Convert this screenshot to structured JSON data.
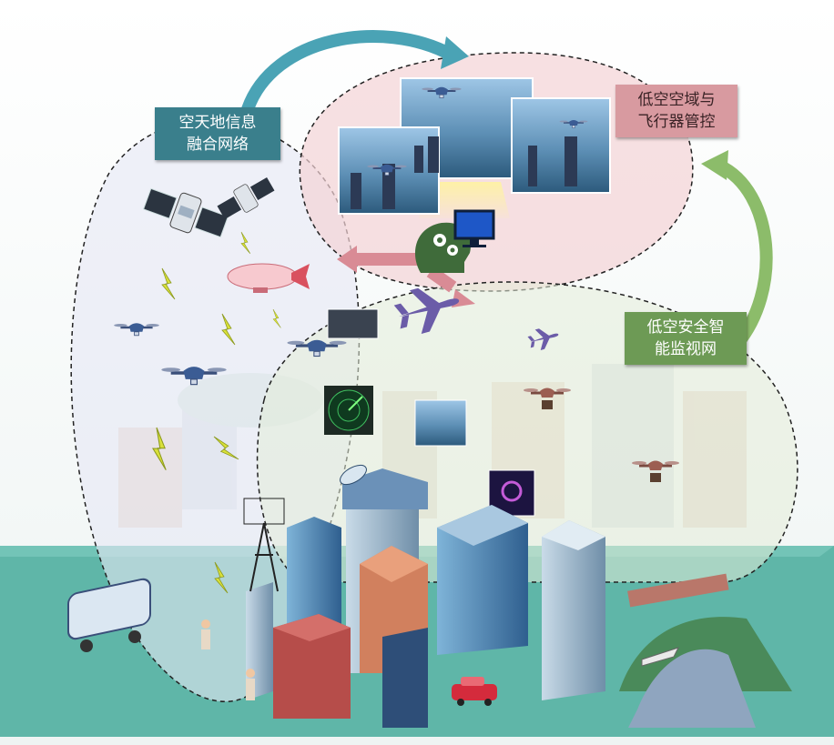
{
  "labels": {
    "space_air_ground_network": "空天地信息\n融合网络",
    "airspace_control": "低空空域与\n飞行器管控",
    "safety_surveillance": "低空安全智\n能监视网"
  },
  "colors": {
    "network_label": "#3a7f8c",
    "control_label": "#d89aa0",
    "surveillance_label": "#6d9a55",
    "ground": "#5fb6a8",
    "arrow_teal": "#4aa3b5",
    "arrow_green": "#8cbc6a",
    "arrow_pink": "#d98b95",
    "plane": "#6b5ca8",
    "bolt": "#d9e03a"
  },
  "icons": [
    "satellite-icon",
    "drone-icon",
    "airship-icon",
    "airplane-icon",
    "radar-icon",
    "tower-icon",
    "bus-icon",
    "car-icon",
    "person-icon",
    "ai-brain-icon",
    "monitor-icon",
    "cargo-drone-icon",
    "ship-icon",
    "bridge-icon"
  ]
}
